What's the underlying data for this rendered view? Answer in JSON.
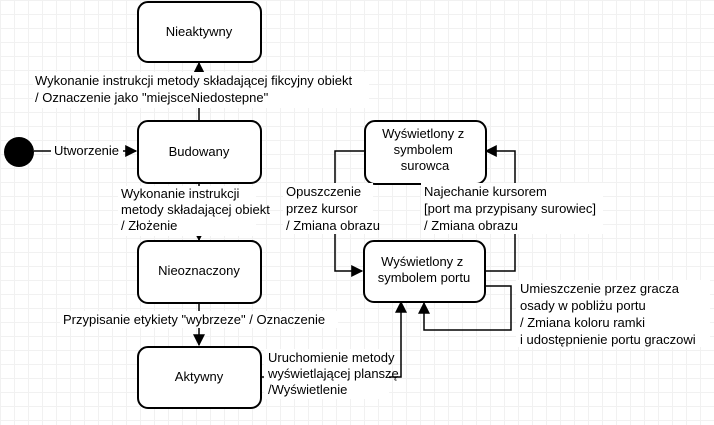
{
  "diagram": {
    "states": {
      "nieaktywny": "Nieaktywny",
      "budowany": "Budowany",
      "nieoznaczony": "Nieoznaczony",
      "aktywny": "Aktywny",
      "surowca": [
        "Wyświetlony z",
        "symbolem",
        "surowca"
      ],
      "portu": [
        "Wyświetlony z",
        "symbolem portu"
      ]
    },
    "transitions": {
      "utworzenie": "Utworzenie",
      "to_nieaktywny": [
        "Wykonanie instrukcji metody składającej fikcyjny obiekt",
        "/ Oznaczenie jako \"miejsceNiedostepne\""
      ],
      "to_nieoznaczony": [
        "Wykonanie instrukcji",
        "metody składającej obiekt",
        "/ Złożenie"
      ],
      "to_aktywny": "Przypisanie etykiety \"wybrzeze\" / Oznaczenie",
      "to_portu": [
        "Uruchomienie metody",
        "wyświetlającej planszę",
        "/Wyświetlenie"
      ],
      "opuszczenie": [
        "Opuszczenie",
        "przez kursor",
        "/ Zmiana obrazu"
      ],
      "najechanie": [
        "Najechanie kursorem",
        "[port ma przypisany surowiec]",
        "/ Zmiana obrazu"
      ],
      "umieszczenie": [
        "Umieszczenie przez gracza",
        "osady w pobliżu portu",
        "/ Zmiana koloru ramki",
        "i udostępnienie portu graczowi"
      ]
    }
  }
}
